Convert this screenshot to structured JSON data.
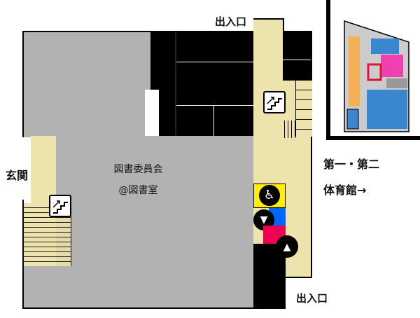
{
  "labels": {
    "entrance_top": "出入口",
    "entrance_bottom": "出入口",
    "gym_line1": "第一・第二",
    "gym_line2": "体育館→",
    "front_entrance": "玄関",
    "room_name": "図書委員会",
    "room_location": "@図書室"
  },
  "icons": {
    "stairs": "stairs-up-icon",
    "accessible": "wheelchair-icon",
    "male": "male-restroom-icon",
    "female": "female-restroom-icon"
  },
  "colors": {
    "room": "#b2b2b2",
    "corridor": "#ede3ad",
    "accessible_restroom": "#ffee00",
    "male_restroom": "#0066ff",
    "female_restroom": "#ee0055"
  }
}
